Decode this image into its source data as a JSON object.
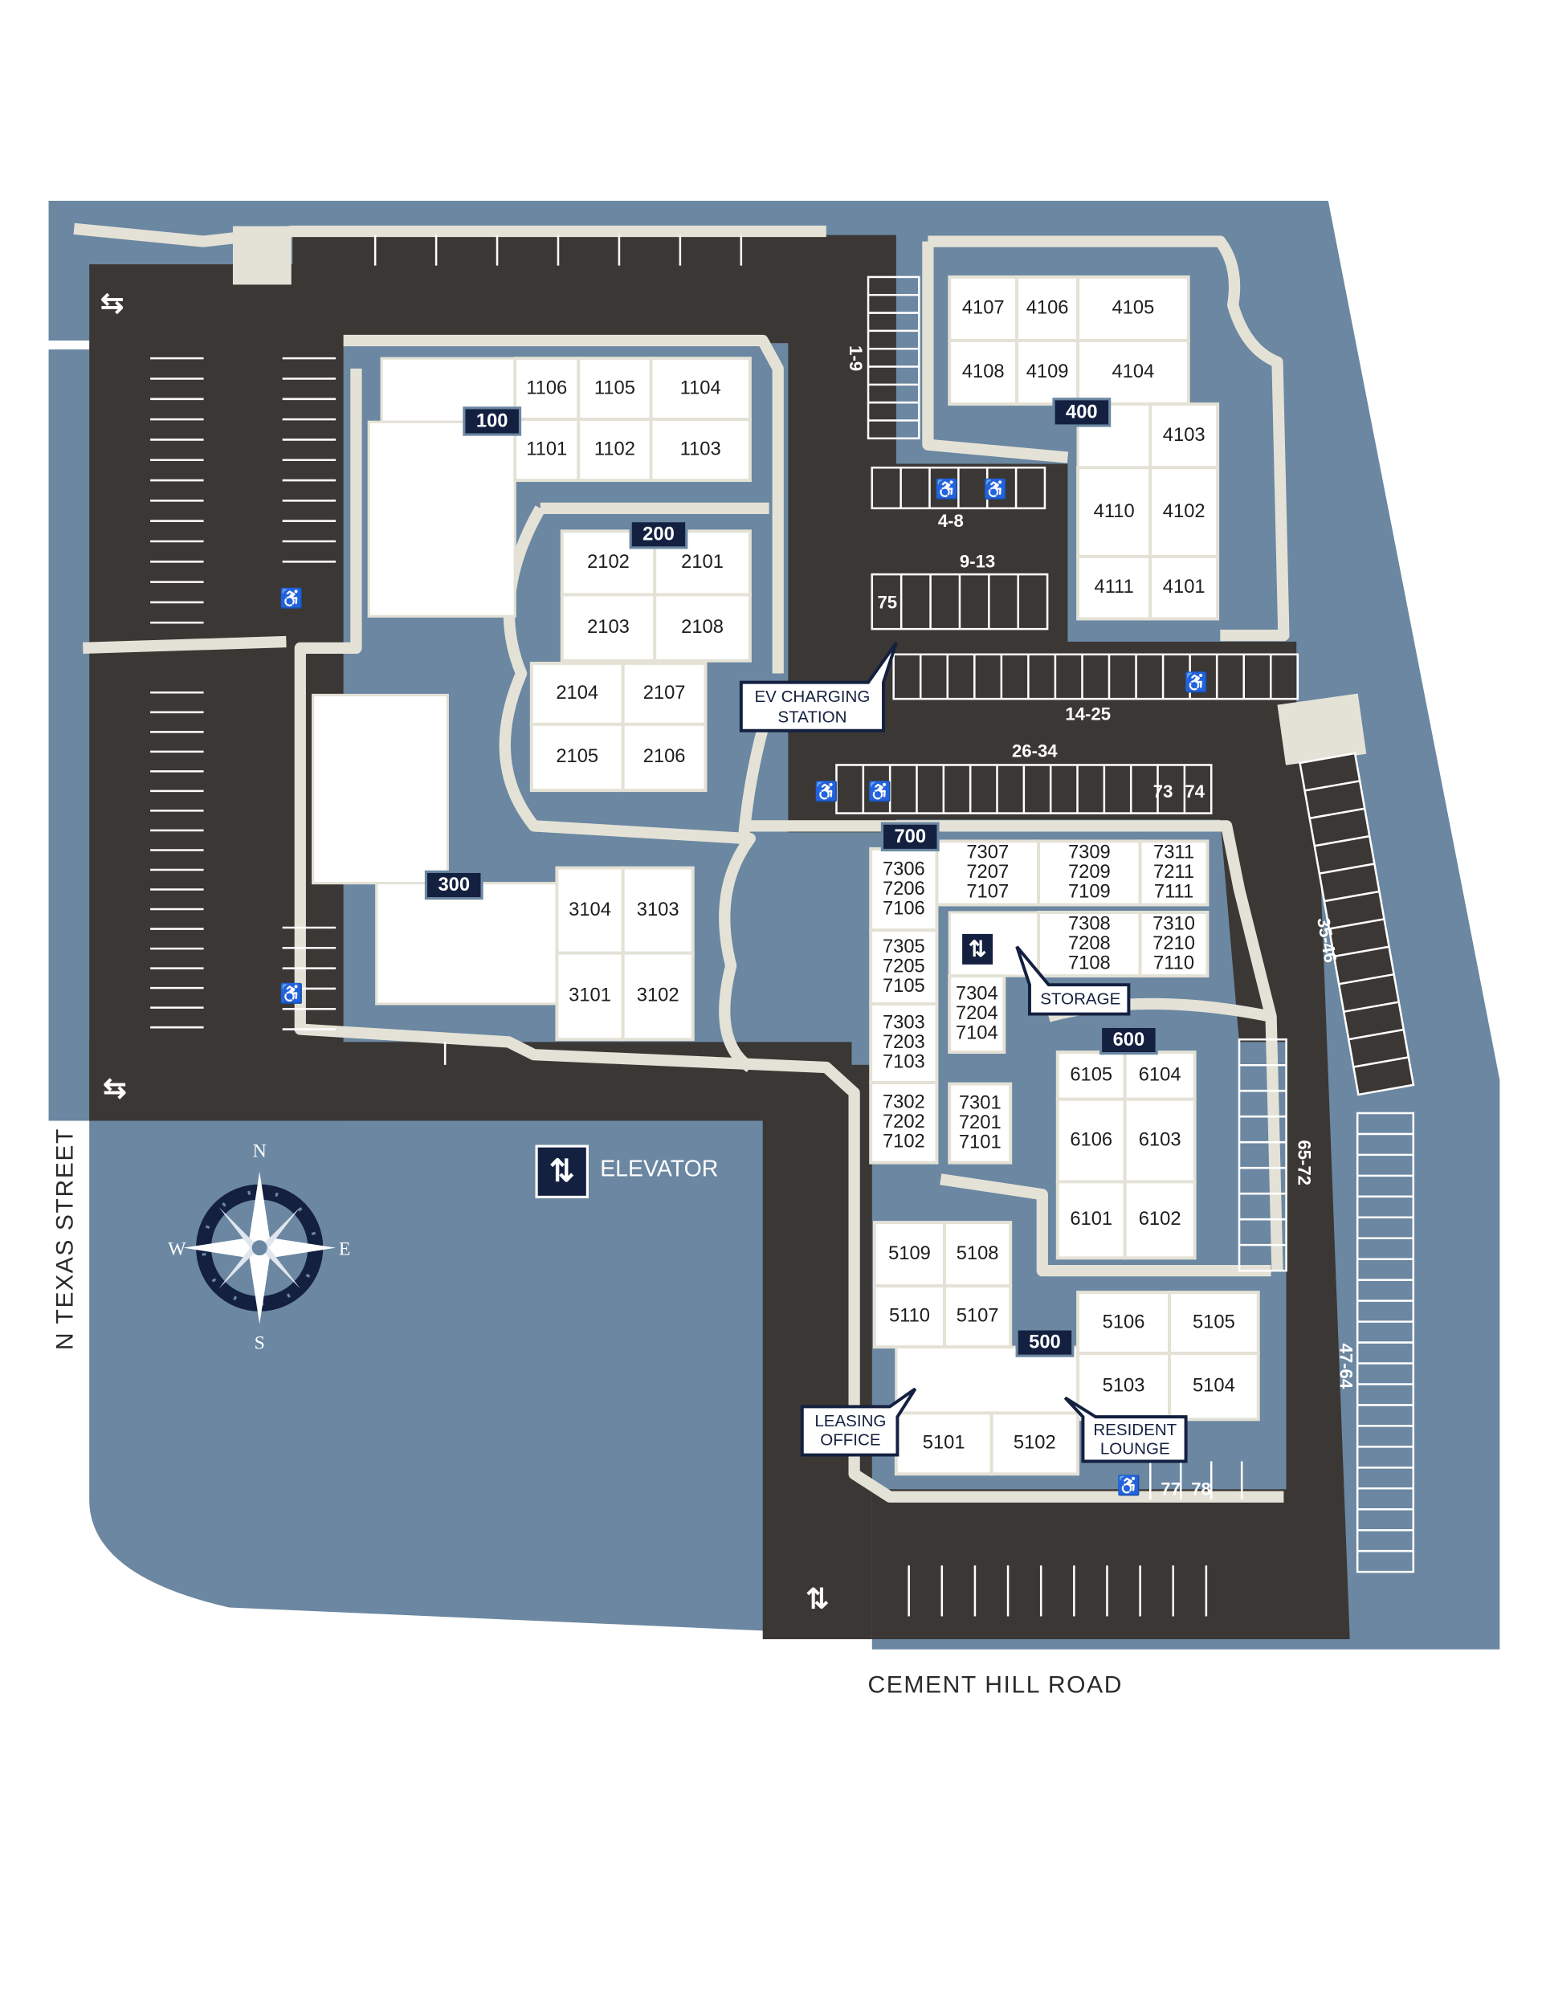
{
  "streets": {
    "west": "N TEXAS STREET",
    "south": "CEMENT HILL ROAD"
  },
  "legend": {
    "elevator": "ELEVATOR"
  },
  "compass": {
    "n": "N",
    "s": "S",
    "e": "E",
    "w": "W"
  },
  "callouts": {
    "ev": [
      "EV CHARGING",
      "STATION"
    ],
    "storage": "STORAGE",
    "leasing": [
      "LEASING",
      "OFFICE"
    ],
    "lounge": [
      "RESIDENT",
      "LOUNGE"
    ]
  },
  "parking_labels": {
    "p1_9": "1-9",
    "p4_8": "4-8",
    "p9_13": "9-13",
    "p75": "75",
    "p14_25": "14-25",
    "p26_34": "26-34",
    "p73": "73",
    "p74": "74",
    "p35_46": "35-46",
    "p65_72": "65-72",
    "p47_64": "47-64",
    "p77": "77",
    "p78": "78"
  },
  "buildings": [
    {
      "label": "100",
      "units": [
        [
          "1106"
        ],
        [
          "1105"
        ],
        [
          "1104"
        ],
        [
          "1101"
        ],
        [
          "1102"
        ],
        [
          "1103"
        ]
      ]
    },
    {
      "label": "200",
      "units": [
        [
          "2102"
        ],
        [
          "2101"
        ],
        [
          "2103"
        ],
        [
          "2108"
        ],
        [
          "2104"
        ],
        [
          "2107"
        ],
        [
          "2105"
        ],
        [
          "2106"
        ]
      ]
    },
    {
      "label": "300",
      "units": [
        [
          "3104"
        ],
        [
          "3103"
        ],
        [
          "3101"
        ],
        [
          "3102"
        ]
      ]
    },
    {
      "label": "400",
      "units": [
        [
          "4107"
        ],
        [
          "4106"
        ],
        [
          "4105"
        ],
        [
          "4108"
        ],
        [
          "4109"
        ],
        [
          "4104"
        ],
        [
          "4103"
        ],
        [
          "4110"
        ],
        [
          "4102"
        ],
        [
          "4111"
        ],
        [
          "4101"
        ]
      ]
    },
    {
      "label": "700",
      "units": [
        [
          "7306",
          "7206",
          "7106"
        ],
        [
          "7305",
          "7205",
          "7105"
        ],
        [
          "7303",
          "7203",
          "7103"
        ],
        [
          "7302",
          "7202",
          "7102"
        ],
        [
          "7307",
          "7207",
          "7107"
        ],
        [
          "7309",
          "7209",
          "7109"
        ],
        [
          "7311",
          "7211",
          "7111"
        ],
        [
          "7308",
          "7208",
          "7108"
        ],
        [
          "7310",
          "7210",
          "7110"
        ],
        [
          "7304",
          "7204",
          "7104"
        ],
        [
          "7301",
          "7201",
          "7101"
        ]
      ]
    },
    {
      "label": "600",
      "units": [
        [
          "6105"
        ],
        [
          "6104"
        ],
        [
          "6106"
        ],
        [
          "6103"
        ],
        [
          "6101"
        ],
        [
          "6102"
        ]
      ]
    },
    {
      "label": "500",
      "units": [
        [
          "5109"
        ],
        [
          "5108"
        ],
        [
          "5110"
        ],
        [
          "5107"
        ],
        [
          "5106"
        ],
        [
          "5105"
        ],
        [
          "5103"
        ],
        [
          "5104"
        ],
        [
          "5101"
        ],
        [
          "5102"
        ]
      ]
    }
  ],
  "icons": {
    "elevator": "elevator-up-down-icon",
    "accessible": "wheelchair-icon",
    "traffic": "two-way-arrow-icon",
    "compass": "compass-rose-icon"
  },
  "colors": {
    "water_grass": "#6b87a1",
    "asphalt": "#3b3735",
    "walkway": "#e4e2d6",
    "building": "#ffffff",
    "label_navy": "#142040"
  }
}
